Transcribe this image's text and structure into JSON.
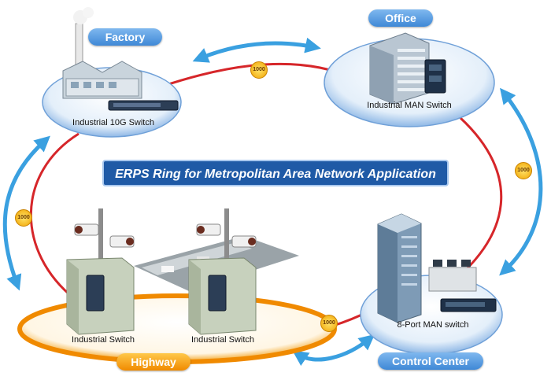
{
  "title": "ERPS Ring for Metropolitan Area Network Application",
  "sites": {
    "factory": {
      "label": "Factory",
      "device": "Industrial 10G Switch"
    },
    "office": {
      "label": "Office",
      "device": "Industrial MAN Switch"
    },
    "control_center": {
      "label": "Control Center",
      "device": "8-Port MAN switch"
    },
    "highway": {
      "label": "Highway",
      "device_left": "Industrial Switch",
      "device_right": "Industrial Switch"
    }
  },
  "links": {
    "factory_office": "1000",
    "office_control": "1000",
    "control_highway": "1000",
    "highway_factory": "1000"
  },
  "colors": {
    "ring": "#d6262a",
    "arrow": "#3aa0e0",
    "label_blue": "#3f88d6",
    "label_orange": "#f08a00",
    "title_bg": "#1f5aa6"
  }
}
